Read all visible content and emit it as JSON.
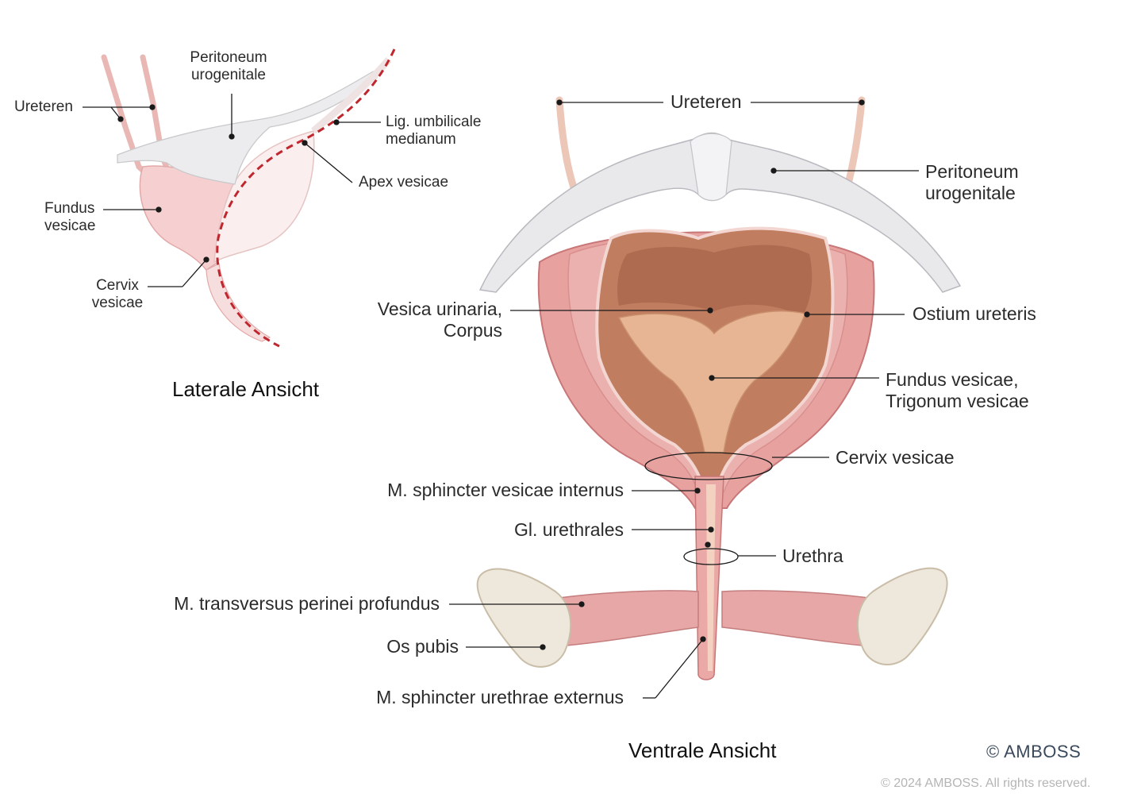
{
  "lateral": {
    "title": "Laterale Ansicht",
    "labels": {
      "ureteren": "Ureteren",
      "peritoneum_1": "Peritoneum",
      "peritoneum_2": "urogenitale",
      "lig_1": "Lig. umbilicale",
      "lig_2": "medianum",
      "apex": "Apex vesicae",
      "fundus_1": "Fundus",
      "fundus_2": "vesicae",
      "cervix_1": "Cervix",
      "cervix_2": "vesicae"
    }
  },
  "ventral": {
    "title": "Ventrale Ansicht",
    "labels": {
      "ureteren": "Ureteren",
      "peritoneum_1": "Peritoneum",
      "peritoneum_2": "urogenitale",
      "vesica_1": "Vesica urinaria,",
      "vesica_2": "Corpus",
      "ostium": "Ostium ureteris",
      "fundus_1": "Fundus vesicae,",
      "fundus_2": "Trigonum vesicae",
      "cervix": "Cervix vesicae",
      "sphincter_int": "M. sphincter vesicae internus",
      "gl_urethrales": "Gl. urethrales",
      "urethra": "Urethra",
      "transversus": "M. transversus perinei profundus",
      "os_pubis": "Os pubis",
      "sphincter_ext": "M. sphincter urethrae externus"
    }
  },
  "footer": {
    "brand": "© AMBOSS",
    "rights": "© 2024 AMBOSS. All rights reserved."
  },
  "colors": {
    "label_line": "#1a1a1a",
    "dashed_line": "#c0262d",
    "bladder_pink": "#f6d3d3",
    "peritoneum_grey": "#e7e7e9",
    "lumen_brown": "#b97758",
    "bone": "#efe9e0"
  }
}
